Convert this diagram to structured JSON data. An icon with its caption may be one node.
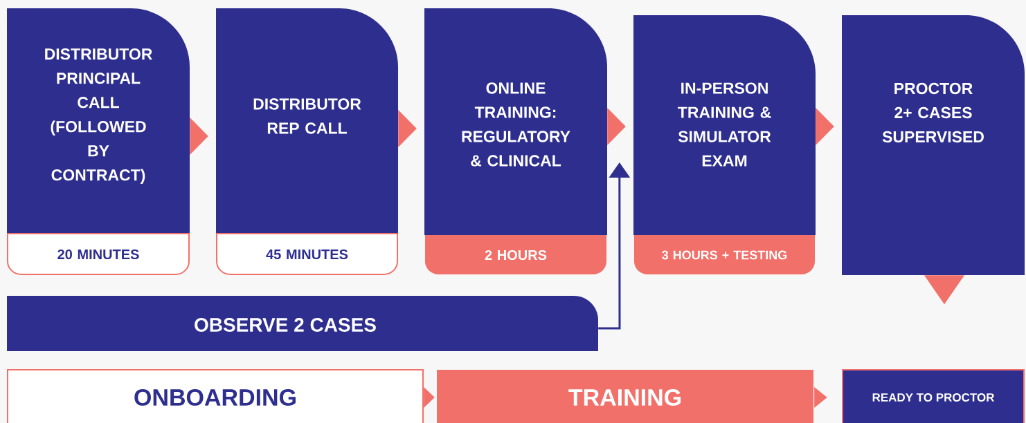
{
  "diagram": {
    "nodes": [
      {
        "text": [
          "DISTRIBUTOR PRINCIPAL CALL (FOLLOWED BY CONTRACT)",
          "20 MINUTES"
        ]
      },
      {
        "text": [
          "DISTRIBUTOR REP CALL",
          "45 MINUTES"
        ]
      },
      {
        "text": [
          "ONLINE TRAINING: REGULATORY & CLINICAL",
          "2 HOURS"
        ]
      },
      {
        "text": [
          "IN-PERSON TRAINING & SIMULATOR EXAM",
          "3 HOURS + TESTING"
        ]
      },
      {
        "text": [
          "PROCTOR 2+ CASES SUPERVISED"
        ]
      },
      {
        "text": [
          "OBSERVE 2 CASES"
        ]
      },
      {
        "text": [
          "ONBOARDING"
        ]
      },
      {
        "text": [
          "TRAINING"
        ]
      },
      {
        "text": [
          "READY TO PROCTOR"
        ]
      }
    ],
    "edges": [
      {
        "from": 0,
        "to": 1,
        "arrow": "to"
      },
      {
        "from": 1,
        "to": 2,
        "arrow": "to"
      },
      {
        "from": 2,
        "to": 3,
        "arrow": "to"
      },
      {
        "from": 3,
        "to": 4,
        "arrow": "to"
      },
      {
        "from": 5,
        "to": 3,
        "arrow": "to",
        "color": "#2e2e8f"
      },
      {
        "from": 4,
        "to": null,
        "arrow": "to"
      },
      {
        "from": 6,
        "to": 7,
        "arrow": "to"
      },
      {
        "from": 7,
        "to": 8,
        "arrow": "to"
      }
    ]
  }
}
